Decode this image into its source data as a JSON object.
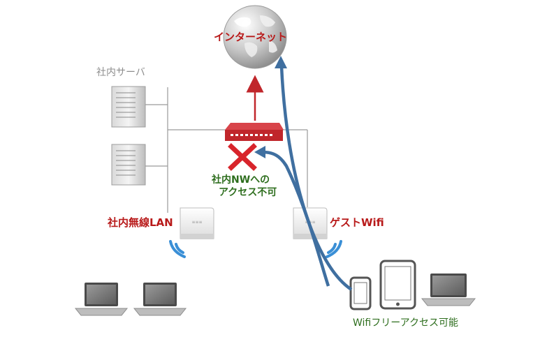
{
  "labels": {
    "internet": "インターネット",
    "servers": "社内サーバ",
    "internal_wlan": "社内無線LAN",
    "guest_wifi": "ゲストWifi",
    "blocked_line1": "社内NWへの",
    "blocked_line2": "アクセス不可",
    "free_access": "Wifiフリーアクセス可能"
  },
  "colors": {
    "red_text": "#b81a1a",
    "green_text": "#2e6e1e",
    "arrow_blue": "#3f6fa0",
    "signal_blue": "#3a8fd6",
    "router_red": "#c0262b",
    "cross_red": "#d8242b",
    "line_gray": "#9a9a9a"
  },
  "icons": [
    "globe-icon",
    "server-icon",
    "router-icon",
    "access-point-icon",
    "wifi-signal-icon",
    "laptop-icon",
    "smartphone-icon",
    "tablet-icon",
    "cross-icon"
  ]
}
